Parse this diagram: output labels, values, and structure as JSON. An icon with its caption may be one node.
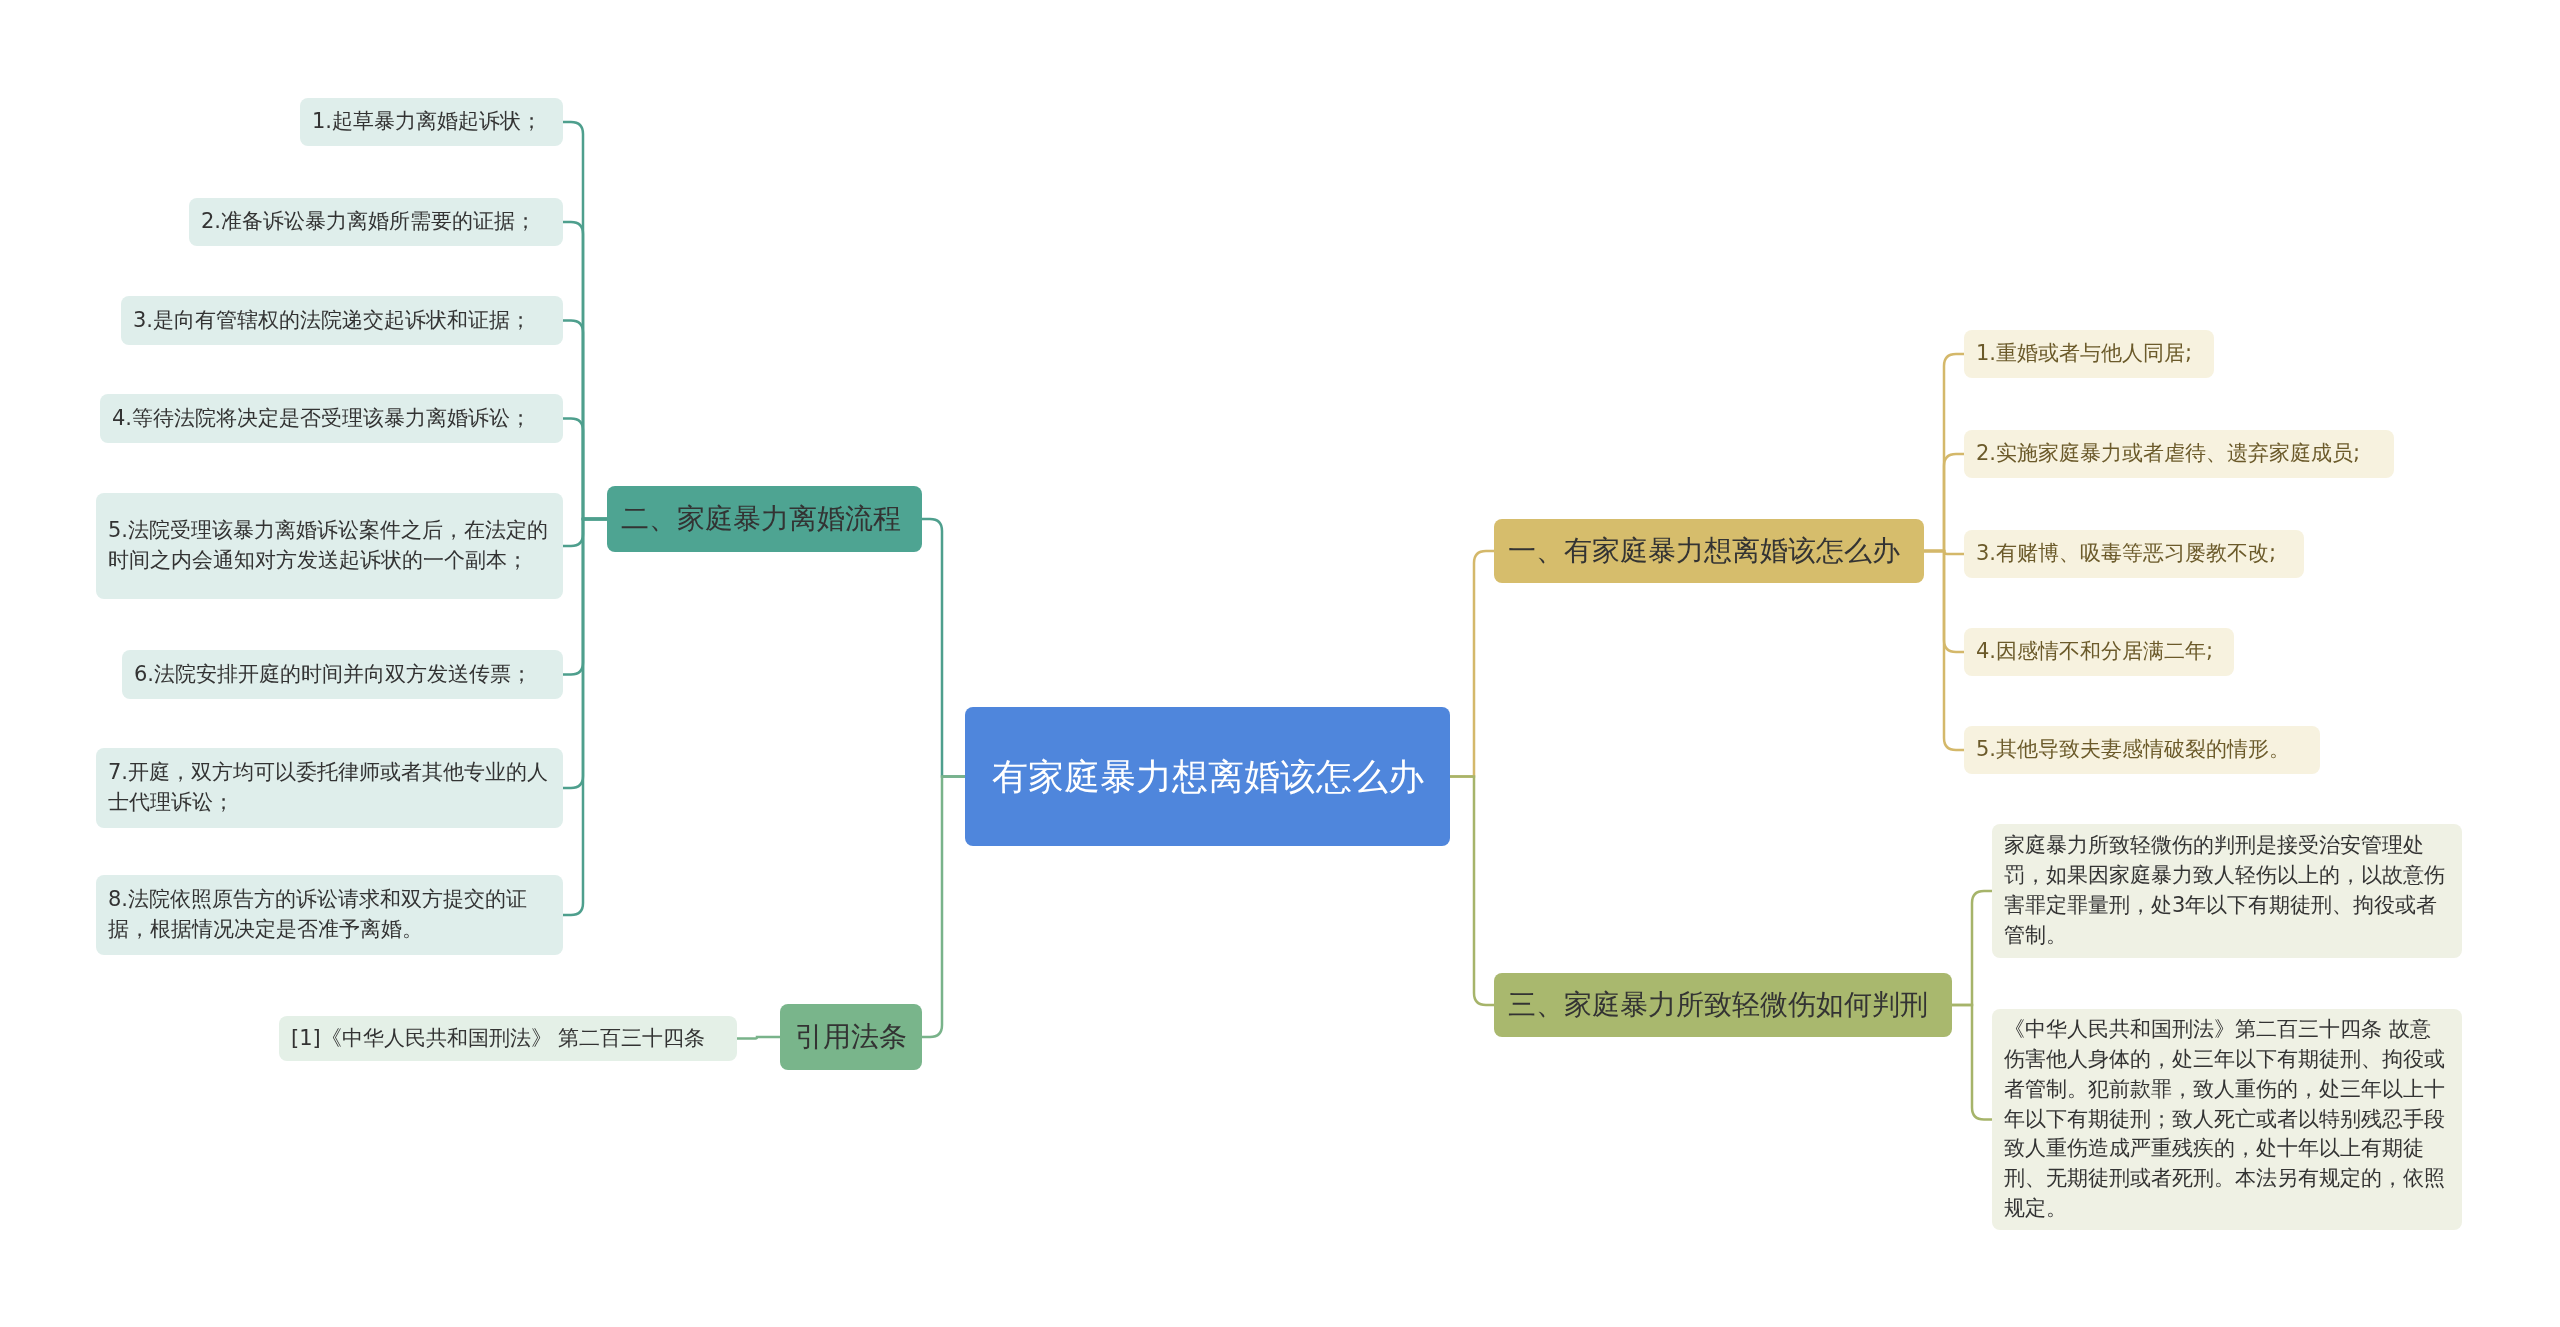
{
  "diagram": {
    "nodes": [
      {
        "text": [
          "有家庭暴力想离婚该怎么办"
        ]
      },
      {
        "text": [
          "一、有家庭暴力想离婚该怎么办"
        ]
      },
      {
        "text": [
          "1.重婚或者与他人同居;"
        ]
      },
      {
        "text": [
          "2.实施家庭暴力或者虐待、遗弃家庭成员;"
        ]
      },
      {
        "text": [
          "3.有赌博、吸毒等恶习屡教不改;"
        ]
      },
      {
        "text": [
          "4.因感情不和分居满二年;"
        ]
      },
      {
        "text": [
          "5.其他导致夫妻感情破裂的情形。"
        ]
      },
      {
        "text": [
          "三、家庭暴力所致轻微伤如何判刑"
        ]
      },
      {
        "text": [
          "家庭暴力所致轻微伤的判刑是接受治安管理处罚，如果因家庭暴力致人轻伤以上的，以故意伤害罪定罪量刑，处3年以下有期徒刑、拘役或者管制。"
        ]
      },
      {
        "text": [
          "《中华人民共和国刑法》第二百三十四条 故意伤害他人身体的，处三年以下有期徒刑、拘役或者管制。犯前款罪，致人重伤的，处三年以上十年以下有期徒刑；致人死亡或者以特别残忍手段致人重伤造成严重残疾的，处十年以上有期徒刑、无期徒刑或者死刑。本法另有规定的，依照规定。"
        ]
      },
      {
        "text": [
          "二、家庭暴力离婚流程"
        ]
      },
      {
        "text": [
          "1.起草暴力离婚起诉状；"
        ]
      },
      {
        "text": [
          "2.准备诉讼暴力离婚所需要的证据；"
        ]
      },
      {
        "text": [
          "3.是向有管辖权的法院递交起诉状和证据；"
        ]
      },
      {
        "text": [
          "4.等待法院将决定是否受理该暴力离婚诉讼；"
        ]
      },
      {
        "text": [
          "5.法院受理该暴力离婚诉讼案件之后，在法定的时间之内会通知对方发送起诉状的一个副本；"
        ]
      },
      {
        "text": [
          "6.法院安排开庭的时间并向双方发送传票；"
        ]
      },
      {
        "text": [
          "7.开庭，双方均可以委托律师或者其他专业的人士代理诉讼；"
        ]
      },
      {
        "text": [
          "8.法院依照原告方的诉讼请求和双方提交的证据，根据情况决定是否准予离婚。"
        ]
      },
      {
        "text": [
          "引用法条"
        ]
      },
      {
        "text": [
          "[1]《中华人民共和国刑法》 第二百三十四条"
        ]
      }
    ],
    "edges": [
      {
        "from": 0,
        "to": 1,
        "arrow": "none",
        "color": "#d4b86a"
      },
      {
        "from": 1,
        "to": 2,
        "arrow": "none",
        "color": "#d4b86a"
      },
      {
        "from": 1,
        "to": 3,
        "arrow": "none",
        "color": "#d4b86a"
      },
      {
        "from": 1,
        "to": 4,
        "arrow": "none",
        "color": "#d4b86a"
      },
      {
        "from": 1,
        "to": 5,
        "arrow": "none",
        "color": "#d4b86a"
      },
      {
        "from": 1,
        "to": 6,
        "arrow": "none",
        "color": "#d4b86a"
      },
      {
        "from": 0,
        "to": 7,
        "arrow": "none",
        "color": "#a6b46a"
      },
      {
        "from": 7,
        "to": 8,
        "arrow": "none",
        "color": "#a6b46a"
      },
      {
        "from": 7,
        "to": 9,
        "arrow": "none",
        "color": "#a6b46a"
      },
      {
        "from": 0,
        "to": 10,
        "arrow": "none"
      },
      {
        "from": 10,
        "to": 11,
        "arrow": "none"
      },
      {
        "from": 10,
        "to": 12,
        "arrow": "none"
      },
      {
        "from": 10,
        "to": 13,
        "arrow": "none"
      },
      {
        "from": 10,
        "to": 14,
        "arrow": "none"
      },
      {
        "from": 10,
        "to": 15,
        "arrow": "none"
      },
      {
        "from": 10,
        "to": 16,
        "arrow": "none"
      },
      {
        "from": 10,
        "to": 17,
        "arrow": "none"
      },
      {
        "from": 10,
        "to": 18,
        "arrow": "none"
      },
      {
        "from": 0,
        "to": 19,
        "arrow": "none",
        "color": "#79b38a"
      },
      {
        "from": 19,
        "to": 20,
        "arrow": "none",
        "color": "#79b38a"
      }
    ]
  }
}
